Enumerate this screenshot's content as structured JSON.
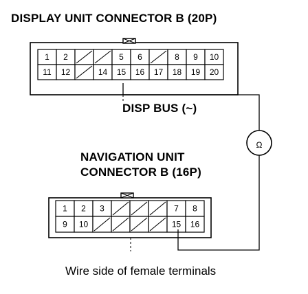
{
  "display_connector": {
    "title": "DISPLAY UNIT CONNECTOR B (20P)",
    "row1": [
      "1",
      "2",
      "",
      "",
      "5",
      "6",
      "",
      "8",
      "9",
      "10"
    ],
    "row2": [
      "11",
      "12",
      "",
      "14",
      "15",
      "16",
      "17",
      "18",
      "19",
      "20"
    ]
  },
  "wire_label": "DISP BUS (~)",
  "meter_symbol": "Ω",
  "navigation_connector": {
    "title_line1": "NAVIGATION UNIT",
    "title_line2": "CONNECTOR B (16P)",
    "row1": [
      "1",
      "2",
      "3",
      "",
      "",
      "",
      "7",
      "8"
    ],
    "row2": [
      "9",
      "10",
      "",
      "",
      "",
      "",
      "15",
      "16"
    ]
  },
  "footer": "Wire side of female terminals"
}
